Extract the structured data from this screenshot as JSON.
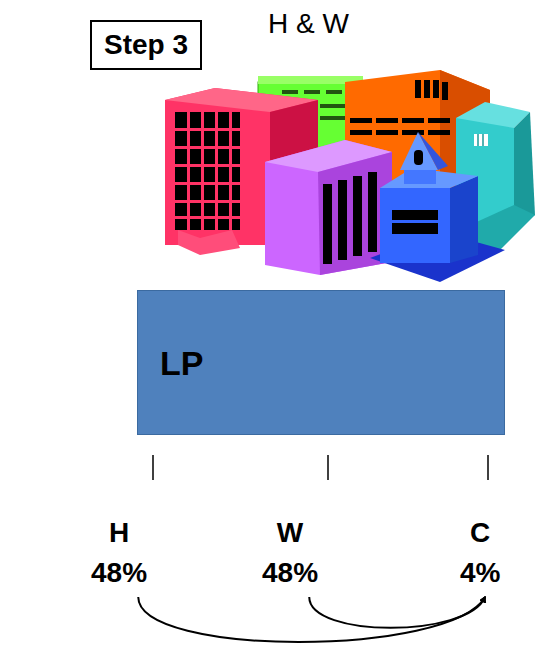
{
  "diagram": {
    "nodes": [
      {
        "text": [
          "Step 3"
        ]
      },
      {
        "text": [
          "LP"
        ]
      },
      {
        "text": [
          "H",
          "48%"
        ]
      },
      {
        "text": [
          "W",
          "48%"
        ]
      },
      {
        "text": [
          "C",
          "4%"
        ]
      }
    ],
    "edges": [
      {
        "from": 2,
        "to": 4,
        "arrow": "to"
      },
      {
        "from": 3,
        "to": 4,
        "arrow": "to"
      }
    ],
    "labels": [
      "H & W"
    ]
  }
}
